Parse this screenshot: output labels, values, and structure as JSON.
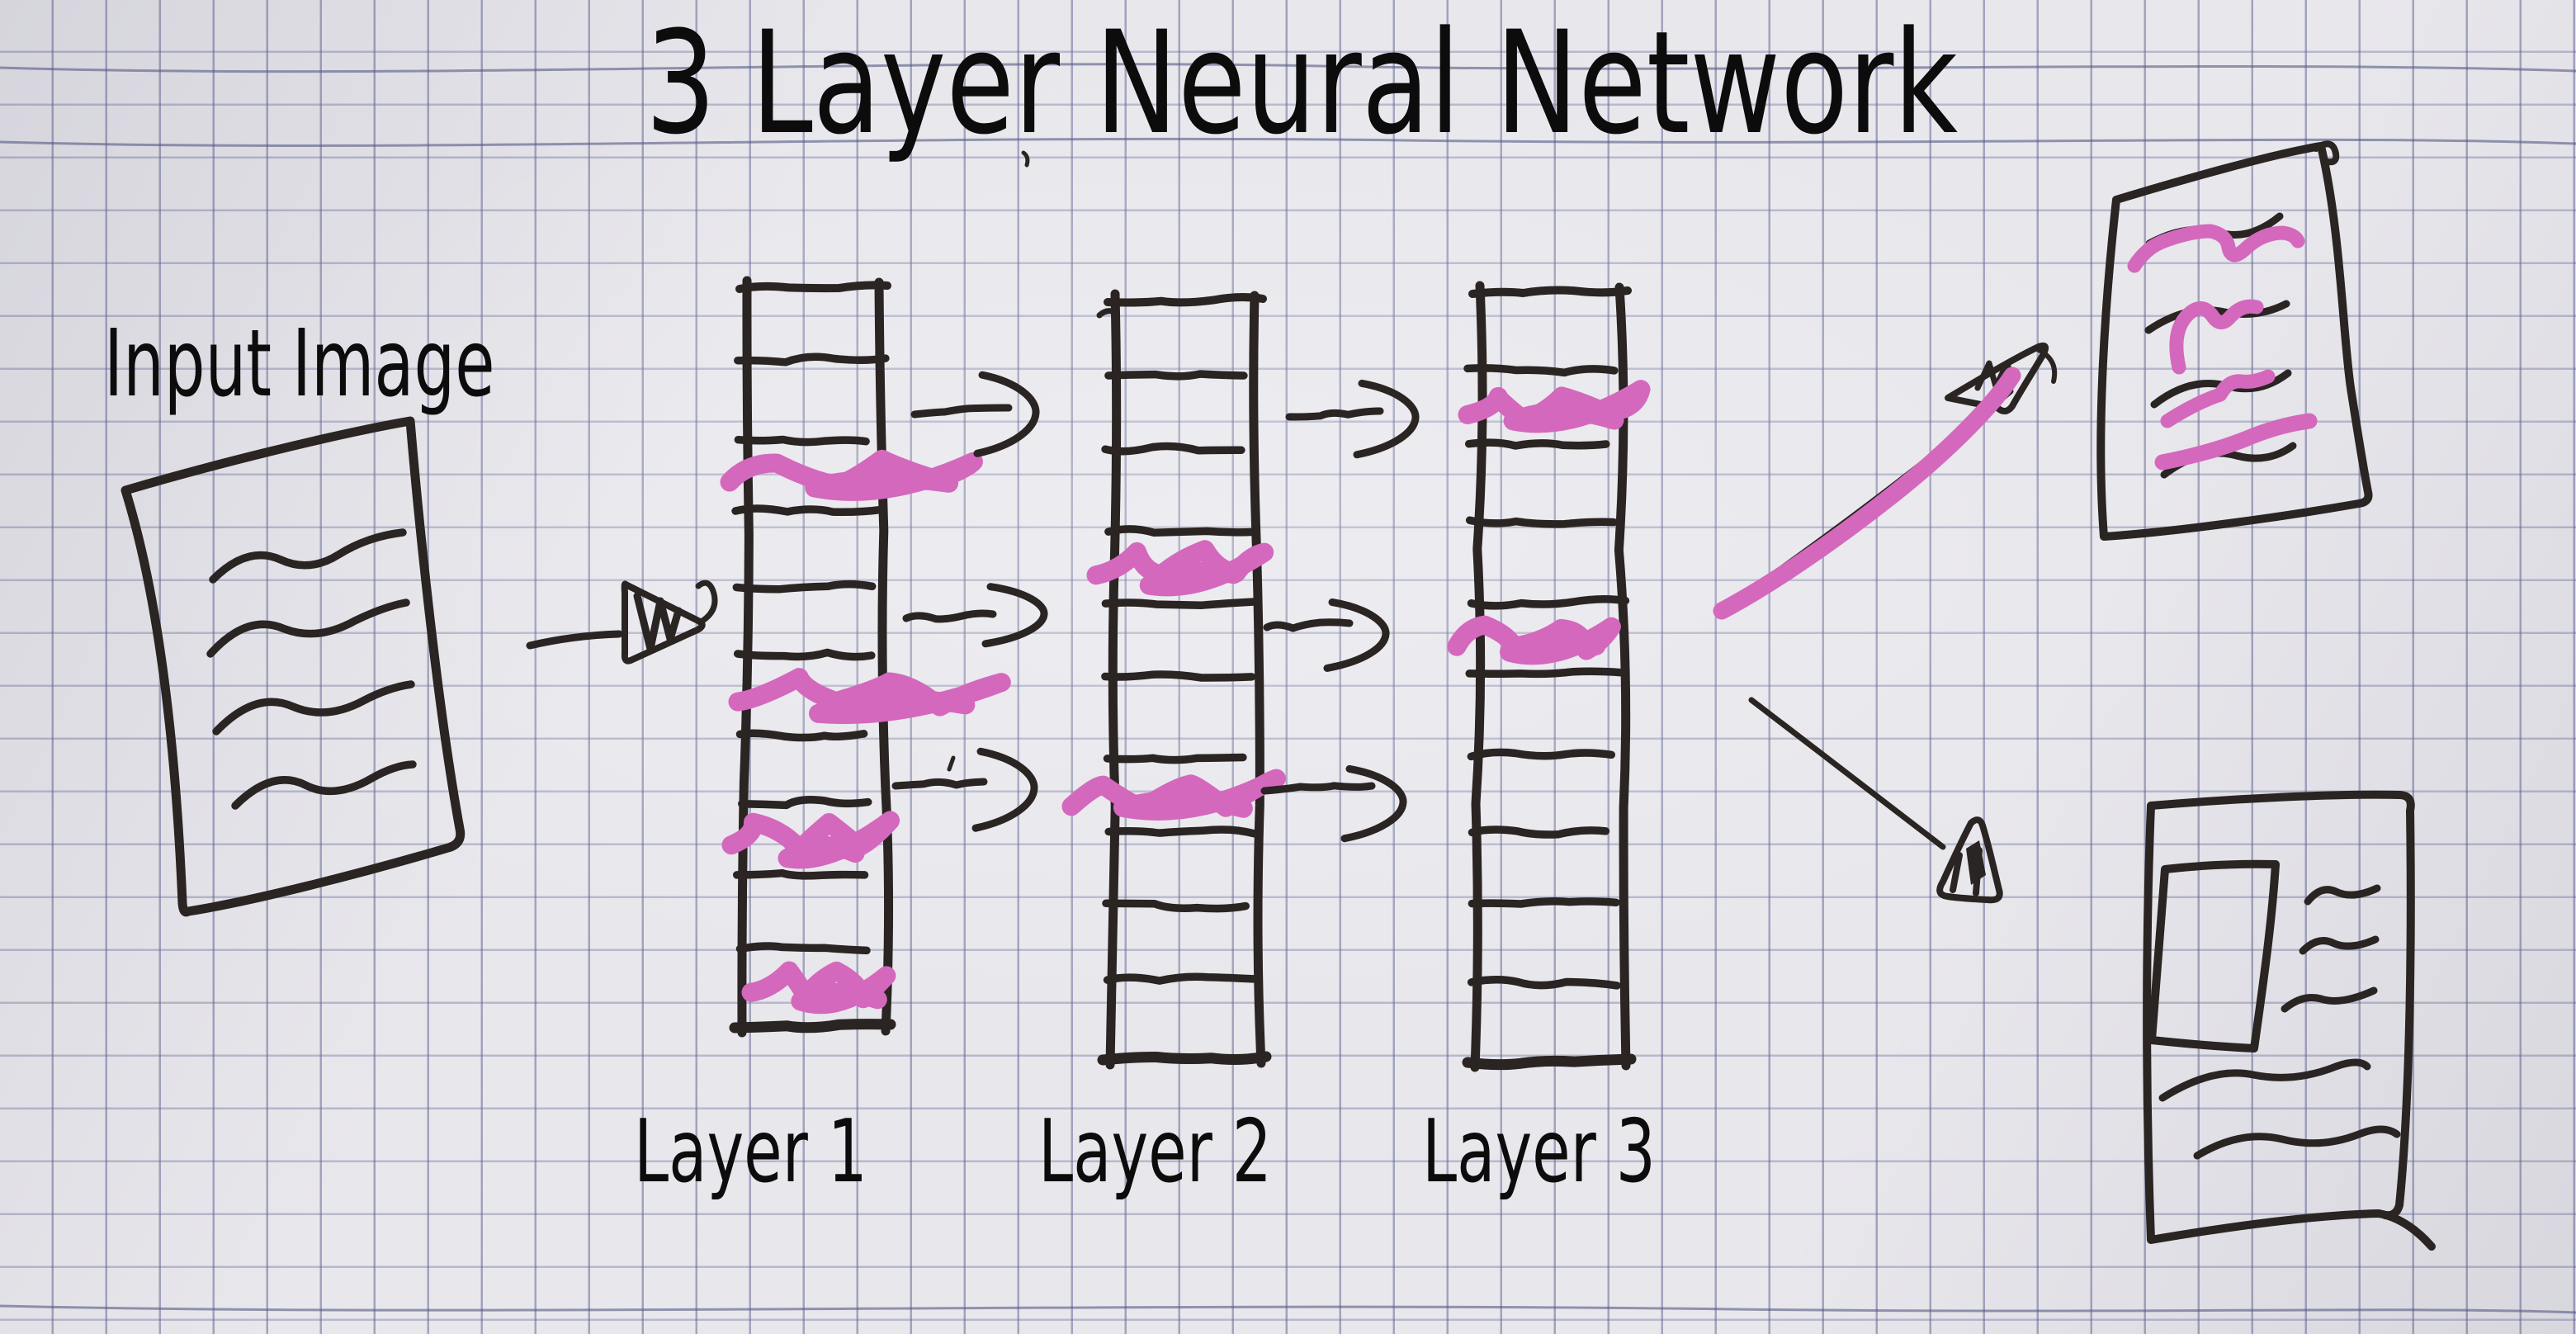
{
  "title": "3 Layer Neural Network",
  "input": {
    "label": "Input Image"
  },
  "network": {
    "layers": [
      {
        "label": "Layer 1",
        "cells": 10,
        "highlighted_cells": [
          3,
          6,
          8,
          10
        ]
      },
      {
        "label": "Layer 2",
        "cells": 10,
        "highlighted_cells": [
          4,
          7
        ]
      },
      {
        "label": "Layer 3",
        "cells": 10,
        "highlighted_cells": [
          2,
          5
        ]
      }
    ]
  },
  "arrows": {
    "input_to_layer1": 1,
    "layer1_to_layer2": 3,
    "layer2_to_layer3": 3,
    "layer3_to_top_output": "diagonal up-right, traced in pink",
    "layer3_to_bottom_output": "diagonal down-right"
  },
  "outputs": {
    "top_document": {
      "wavy_lines": 4,
      "pink_highlighted": true
    },
    "bottom_document": {
      "has_image_box": true,
      "short_lines": 3,
      "long_lines": 2,
      "pink_highlighted": false
    }
  },
  "colors": {
    "ink": "#2a2422",
    "pink": "#d468bd",
    "paper": "#e8e7ec",
    "grid_line": "#8a90b8",
    "text": "#0d0c0c"
  }
}
